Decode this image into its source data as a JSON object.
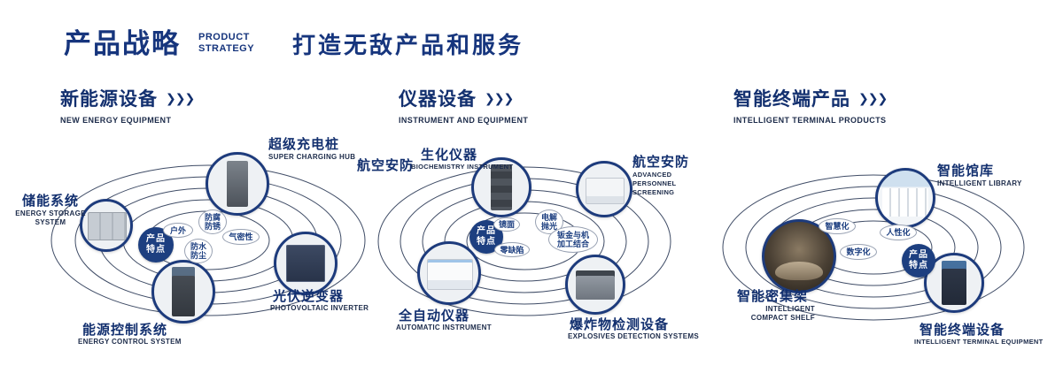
{
  "header": {
    "title_zh": "产品战略",
    "title_en_line1": "PRODUCT",
    "title_en_line2": "STRATEGY",
    "tagline": "打造无敌产品和服务"
  },
  "colors": {
    "primary": "#16357d",
    "ring": "#3f4c66",
    "badge_bg": "#1d3f80"
  },
  "sections": [
    {
      "title_zh": "新能源设备",
      "title_en": "NEW ENERGY EQUIPMENT",
      "arrows": "❯❯❯",
      "badge_line1": "产品",
      "badge_line2": "特点",
      "features": [
        "户外",
        "防腐防锈",
        "气密性",
        "防水防尘"
      ],
      "items": [
        {
          "zh": "超级充电桩",
          "en": "SUPER CHARGING HUB"
        },
        {
          "zh": "储能系统",
          "en": "ENERGY STORAGE SYSTEM"
        },
        {
          "zh": "光伏逆变器",
          "en": "PHOTOVOLTAIC INVERTER"
        },
        {
          "zh": "能源控制系统",
          "en": "ENERGY CONTROL SYSTEM"
        }
      ]
    },
    {
      "title_zh": "仪器设备",
      "title_en": "INSTRUMENT AND EQUIPMENT",
      "arrows": "❯❯❯",
      "badge_line1": "产品",
      "badge_line2": "特点",
      "side_label": "航空安防",
      "features": [
        "镜面",
        "电解抛光",
        "零缺陷",
        "钣金与机加工结合"
      ],
      "items": [
        {
          "zh": "生化仪器",
          "en": "BIOCHEMISTRY INSTRUMENT"
        },
        {
          "zh": "航空安防",
          "en": "ADVANCED PERSONNEL SCREENING"
        },
        {
          "zh": "全自动仪器",
          "en": "AUTOMATIC INSTRUMENT"
        },
        {
          "zh": "爆炸物检测设备",
          "en": "EXPLOSIVES DETECTION SYSTEMS"
        }
      ]
    },
    {
      "title_zh": "智能终端产品",
      "title_en": "INTELLIGENT TERMINAL PRODUCTS",
      "arrows": "❯❯❯",
      "badge_line1": "产品",
      "badge_line2": "特点",
      "features": [
        "智慧化",
        "人性化",
        "数字化"
      ],
      "items": [
        {
          "zh": "智能馆库",
          "en": "INTELLIGENT LIBRARY"
        },
        {
          "zh": "智能密集架",
          "en": "INTELLIGENT COMPACT SHELF"
        },
        {
          "zh": "智能终端设备",
          "en": "INTELLIGENT TERMINAL EQUIPMENT"
        }
      ]
    }
  ]
}
